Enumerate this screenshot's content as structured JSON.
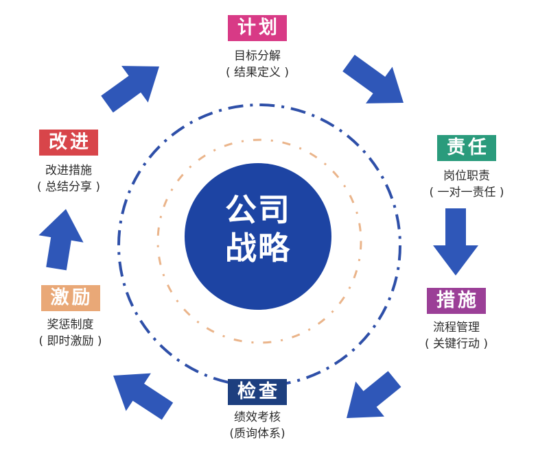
{
  "colors": {
    "arrow": "#2f57b8",
    "center_circle": "#1d44a3",
    "outer_dash": "#2e4fa8",
    "inner_dash": "#eab48a"
  },
  "center": {
    "line1": "公司",
    "line2": "战略"
  },
  "nodes": [
    {
      "id": "plan",
      "tag": "计划",
      "color": "#d83a86",
      "line1": "目标分解",
      "line2": "( 结果定义 )"
    },
    {
      "id": "duty",
      "tag": "责任",
      "color": "#2a9b7c",
      "line1": "岗位职责",
      "line2": "( 一对一责任 )"
    },
    {
      "id": "measure",
      "tag": "措施",
      "color": "#9b3f97",
      "line1": "流程管理",
      "line2": "( 关键行动 )"
    },
    {
      "id": "check",
      "tag": "检查",
      "color": "#1d3f7f",
      "line1": "绩效考核",
      "line2": "(质询体系)"
    },
    {
      "id": "reward",
      "tag": "激励",
      "color": "#e9a877",
      "line1": "奖惩制度",
      "line2": "( 即时激励 )"
    },
    {
      "id": "improve",
      "tag": "改进",
      "color": "#d8454a",
      "line1": "改进措施",
      "line2": "( 总结分享 )"
    }
  ]
}
